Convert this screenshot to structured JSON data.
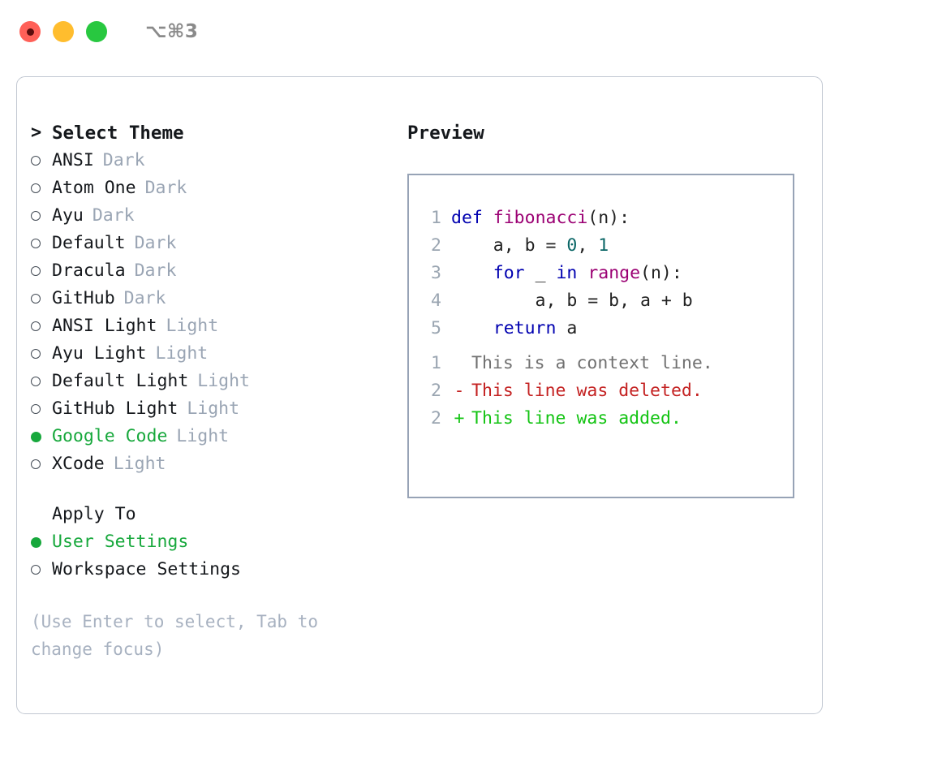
{
  "titlebar": {
    "shortcut": "⌥⌘3",
    "buttons": [
      {
        "name": "close",
        "color": "#ff6058"
      },
      {
        "name": "minimize",
        "color": "#ffbd2e"
      },
      {
        "name": "maximize",
        "color": "#28c840"
      }
    ]
  },
  "theme_picker": {
    "header": {
      "caret": ">",
      "label": "Select Theme"
    },
    "items": [
      {
        "bullet": "○",
        "label": "ANSI",
        "tag": "Dark",
        "selected": false
      },
      {
        "bullet": "○",
        "label": "Atom One",
        "tag": "Dark",
        "selected": false
      },
      {
        "bullet": "○",
        "label": "Ayu",
        "tag": "Dark",
        "selected": false
      },
      {
        "bullet": "○",
        "label": "Default",
        "tag": "Dark",
        "selected": false
      },
      {
        "bullet": "○",
        "label": "Dracula",
        "tag": "Dark",
        "selected": false
      },
      {
        "bullet": "○",
        "label": "GitHub",
        "tag": "Dark",
        "selected": false
      },
      {
        "bullet": "○",
        "label": "ANSI Light",
        "tag": "Light",
        "selected": false
      },
      {
        "bullet": "○",
        "label": "Ayu Light",
        "tag": "Light",
        "selected": false
      },
      {
        "bullet": "○",
        "label": "Default Light",
        "tag": "Light",
        "selected": false
      },
      {
        "bullet": "○",
        "label": "GitHub Light",
        "tag": "Light",
        "selected": false
      },
      {
        "bullet": "●",
        "label": "Google Code",
        "tag": "Light",
        "selected": true
      },
      {
        "bullet": "○",
        "label": "XCode",
        "tag": "Light",
        "selected": false
      }
    ]
  },
  "apply_to": {
    "header": "Apply To",
    "options": [
      {
        "bullet": "●",
        "label": "User Settings",
        "selected": true
      },
      {
        "bullet": "○",
        "label": "Workspace Settings",
        "selected": false
      }
    ]
  },
  "hint": "(Use Enter to select, Tab to change focus)",
  "preview": {
    "title": "Preview",
    "code_lines": [
      {
        "n": "1",
        "tokens": [
          {
            "t": "def",
            "c": "kw"
          },
          {
            "t": " ",
            "c": "sp"
          },
          {
            "t": "fibonacci",
            "c": "fn"
          },
          {
            "t": "(n):",
            "c": "pun"
          }
        ]
      },
      {
        "n": "2",
        "tokens": [
          {
            "t": "    a, b = ",
            "c": "pun"
          },
          {
            "t": "0",
            "c": "num"
          },
          {
            "t": ", ",
            "c": "pun"
          },
          {
            "t": "1",
            "c": "num"
          }
        ]
      },
      {
        "n": "3",
        "tokens": [
          {
            "t": "    ",
            "c": "pun"
          },
          {
            "t": "for",
            "c": "kw"
          },
          {
            "t": " _ ",
            "c": "pun"
          },
          {
            "t": "in",
            "c": "kw"
          },
          {
            "t": " ",
            "c": "pun"
          },
          {
            "t": "range",
            "c": "fn"
          },
          {
            "t": "(n):",
            "c": "pun"
          }
        ]
      },
      {
        "n": "4",
        "tokens": [
          {
            "t": "        a, b = b, a + b",
            "c": "pun"
          }
        ]
      },
      {
        "n": "5",
        "tokens": [
          {
            "t": "    ",
            "c": "pun"
          },
          {
            "t": "return",
            "c": "kw"
          },
          {
            "t": " a",
            "c": "pun"
          }
        ]
      }
    ],
    "diff_lines": [
      {
        "n": "1",
        "mark": "",
        "text": "This is a context line.",
        "kind": "d-ctx"
      },
      {
        "n": "2",
        "mark": "-",
        "text": "This line was deleted.",
        "kind": "d-del"
      },
      {
        "n": "2",
        "mark": "+",
        "text": "This line was added.",
        "kind": "d-add"
      }
    ]
  },
  "colors": {
    "accent_green": "#17a83c",
    "tag_gray": "#9aa5b4",
    "hint_gray": "#a7b1c0",
    "keyword": "#0000b0",
    "function": "#9b0073",
    "number": "#0a6666",
    "diff_add": "#14c414",
    "diff_del": "#c42222",
    "diff_ctx": "#717171",
    "panel_border": "#97a3b6",
    "window_border": "#c2c8d2"
  }
}
